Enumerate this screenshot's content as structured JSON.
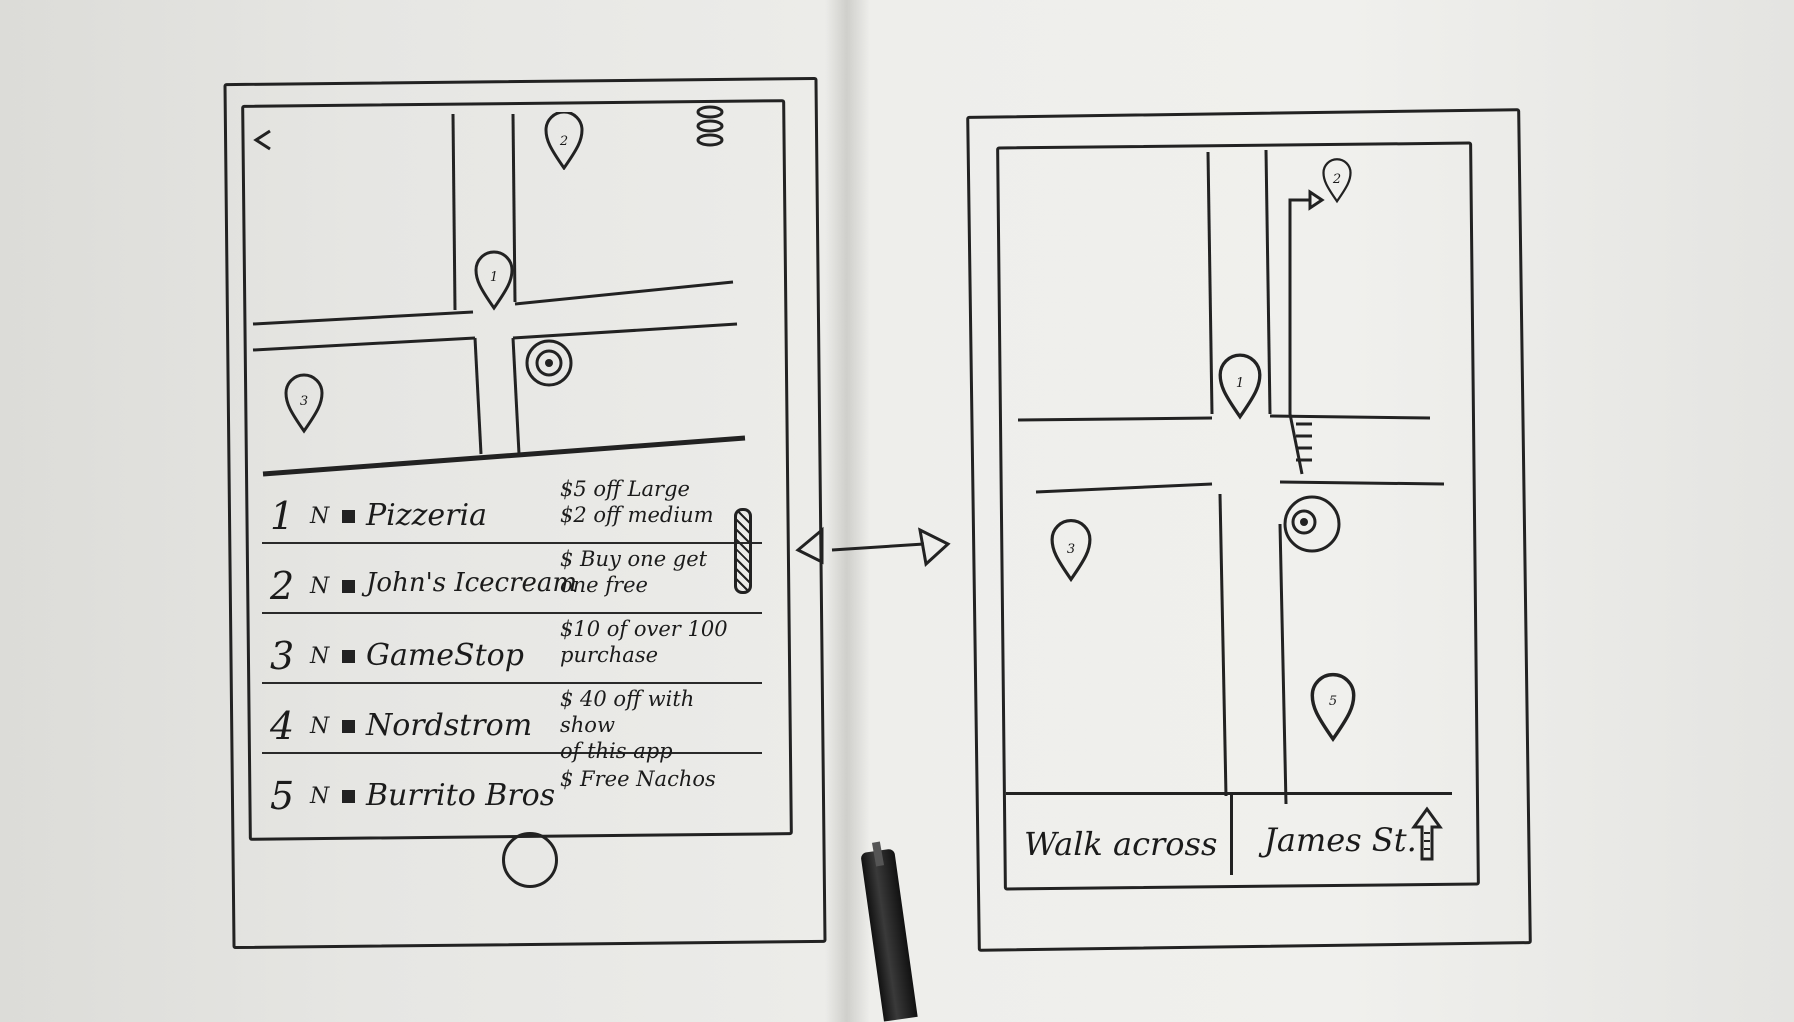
{
  "screen1": {
    "places": [
      {
        "num": "1",
        "nav": "N",
        "name": "Pizzeria",
        "deal_lines": [
          "$5 off Large",
          "$2 off medium"
        ]
      },
      {
        "num": "2",
        "nav": "N",
        "name": "John's Icecream",
        "deal_lines": [
          "$ Buy one get",
          "one free"
        ]
      },
      {
        "num": "3",
        "nav": "N",
        "name": "GameStop",
        "deal_lines": [
          "$10 of over 100",
          "purchase"
        ]
      },
      {
        "num": "4",
        "nav": "N",
        "name": "Nordstrom",
        "deal_lines": [
          "$ 40 off with show",
          "of this app"
        ]
      },
      {
        "num": "5",
        "nav": "N",
        "name": "Burrito Bros",
        "deal_lines": [
          "$ Free Nachos",
          ""
        ]
      }
    ],
    "pins": {
      "p1": "1",
      "p2": "2",
      "p3": "3"
    }
  },
  "screen2": {
    "pins": {
      "p1": "1",
      "p2": "2",
      "p3": "3",
      "p5": "5"
    },
    "direction_text": "Walk across",
    "street_text": "James St."
  },
  "icons": [
    "back-icon",
    "menu-icon",
    "location-pin-icon",
    "current-location-icon",
    "home-button-icon",
    "nav-arrow-icon",
    "transition-arrow-icon",
    "straight-arrow-icon",
    "pen"
  ]
}
